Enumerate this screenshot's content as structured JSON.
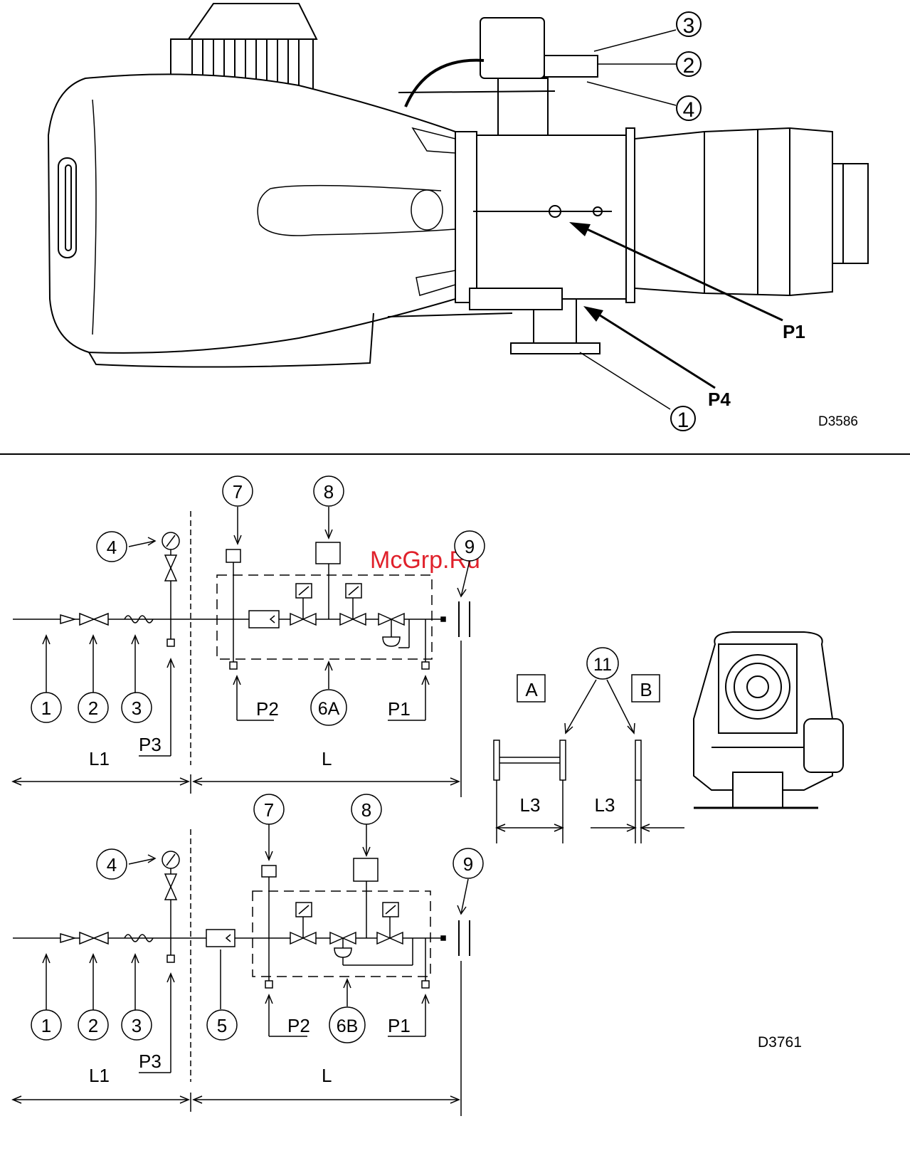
{
  "top_figure": {
    "code": "D3586",
    "callouts": [
      "1",
      "2",
      "3",
      "4"
    ],
    "pressure_points": [
      "P1",
      "P4"
    ]
  },
  "bottom_figure": {
    "code": "D3761",
    "watermark": "McGrp.Ru",
    "line_a": {
      "callouts": [
        "1",
        "2",
        "3",
        "4",
        "7",
        "8",
        "9"
      ],
      "group_label": "6A",
      "pressure": [
        "P1",
        "P2",
        "P3"
      ],
      "lengths": [
        "L1",
        "L"
      ]
    },
    "line_b": {
      "callouts": [
        "1",
        "2",
        "3",
        "4",
        "5",
        "7",
        "8",
        "9"
      ],
      "group_label": "6B",
      "pressure": [
        "P1",
        "P2",
        "P3"
      ],
      "lengths": [
        "L1",
        "L"
      ]
    },
    "adapters": {
      "box_a": "A",
      "box_b": "B",
      "callout": "11",
      "length_label": "L3"
    }
  }
}
